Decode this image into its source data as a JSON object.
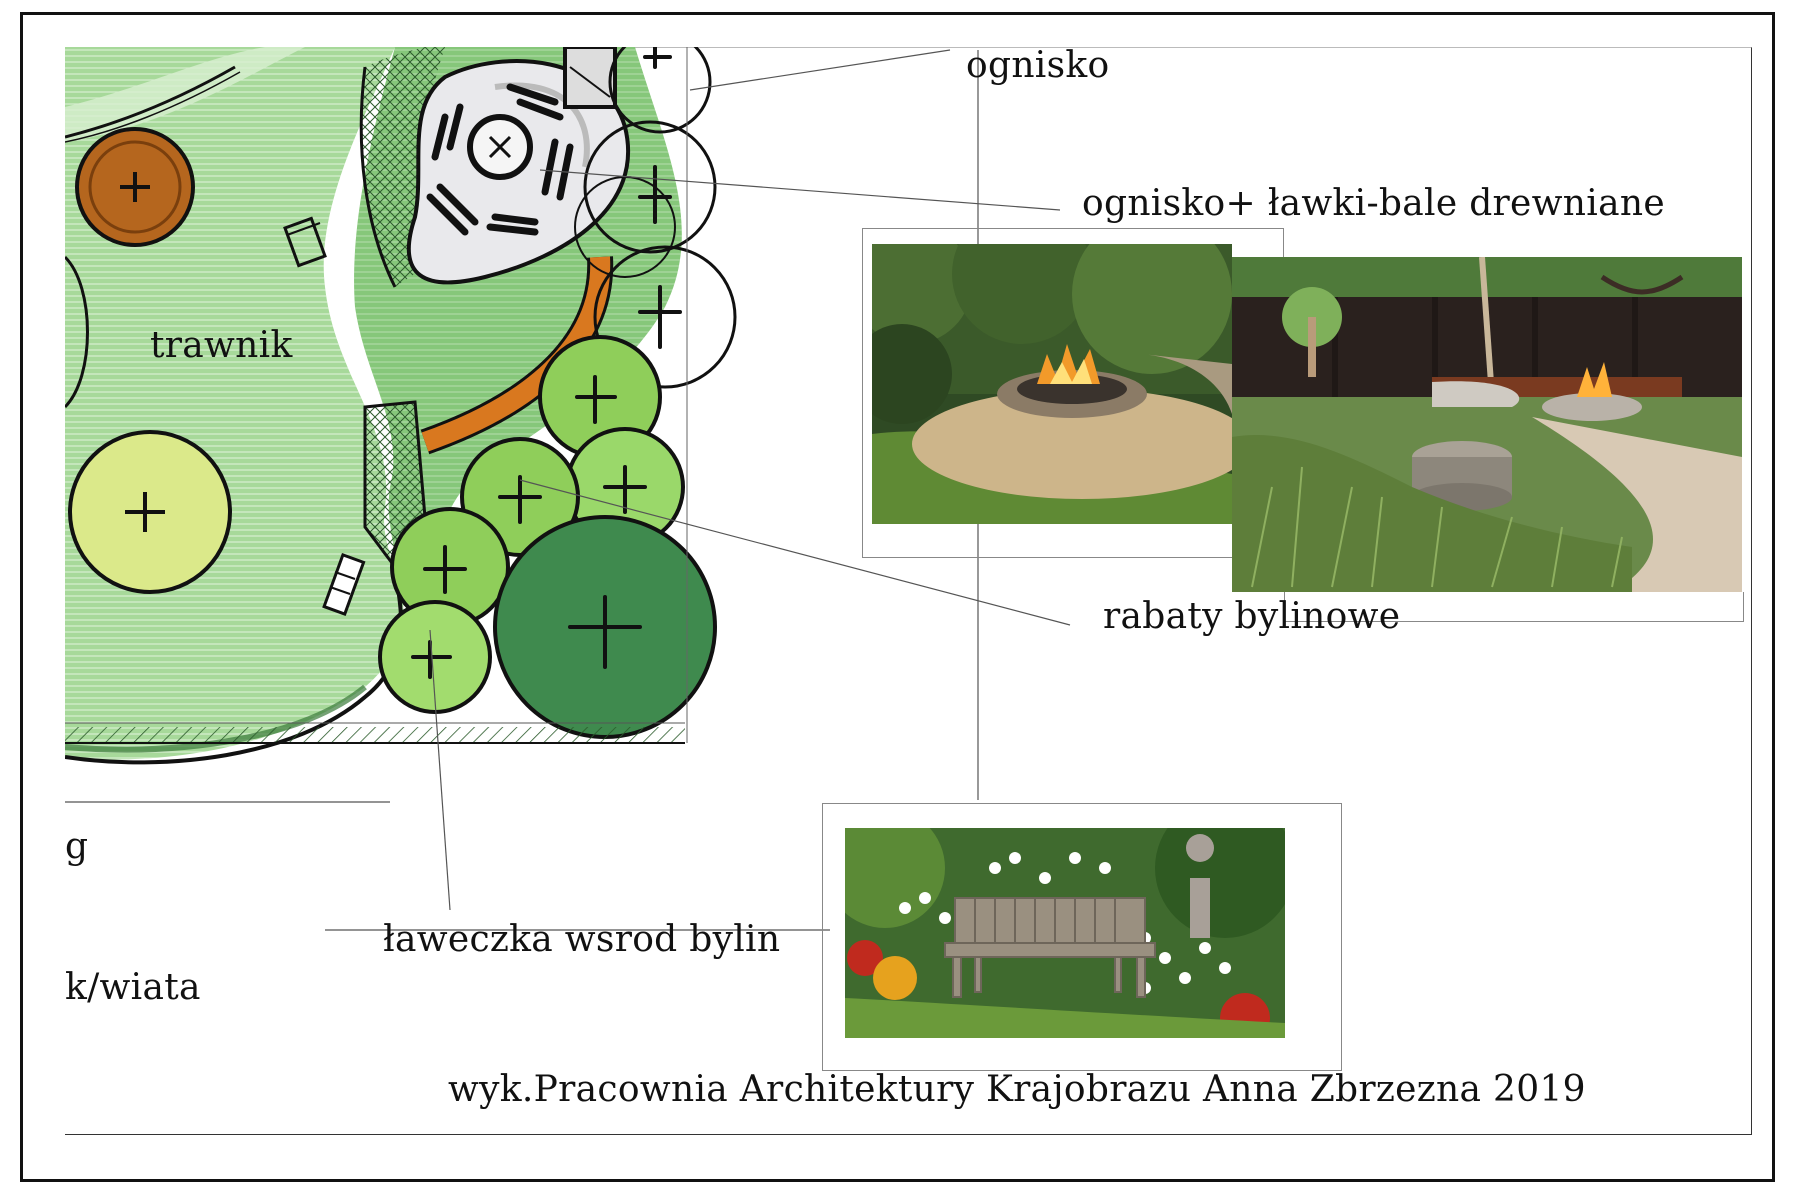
{
  "labels": {
    "ognisko": "ognisko",
    "ognisko_lawki": "ognisko+ ławki-bale drewniane",
    "trawnik": "trawnik",
    "rabaty": "rabaty bylinowe",
    "laweczka": "ławeczka wsrod bylin",
    "wiata": "k/wiata",
    "g": "g",
    "credit": "wyk.Pracownia Architektury Krajobrazu Anna Zbrzezna 2019"
  },
  "colors": {
    "lawn": "#a7d99a",
    "lawn_light": "#d8efcf",
    "shrub_light": "#8fce5a",
    "shrub_dark": "#3f8a4e",
    "path_orange": "#d9781f",
    "tree_brown": "#b5661e",
    "tree_yellow": "#dbe98a",
    "outline": "#111111"
  }
}
